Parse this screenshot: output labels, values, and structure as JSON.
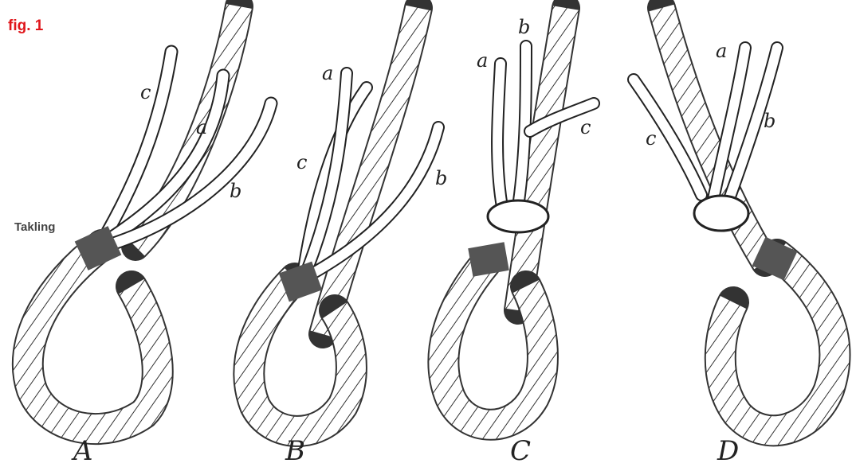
{
  "figure": {
    "title": "fig. 1",
    "callout": "Takling",
    "panels": [
      {
        "caption": "A",
        "strands": [
          "c",
          "a",
          "b"
        ]
      },
      {
        "caption": "B",
        "strands": [
          "a",
          "c",
          "b"
        ]
      },
      {
        "caption": "C",
        "strands": [
          "a",
          "b",
          "c"
        ]
      },
      {
        "caption": "D",
        "strands": [
          "a",
          "c",
          "b"
        ]
      }
    ]
  },
  "colors": {
    "title": "#e0161b",
    "ink": "#222222",
    "callout": "#444444"
  }
}
